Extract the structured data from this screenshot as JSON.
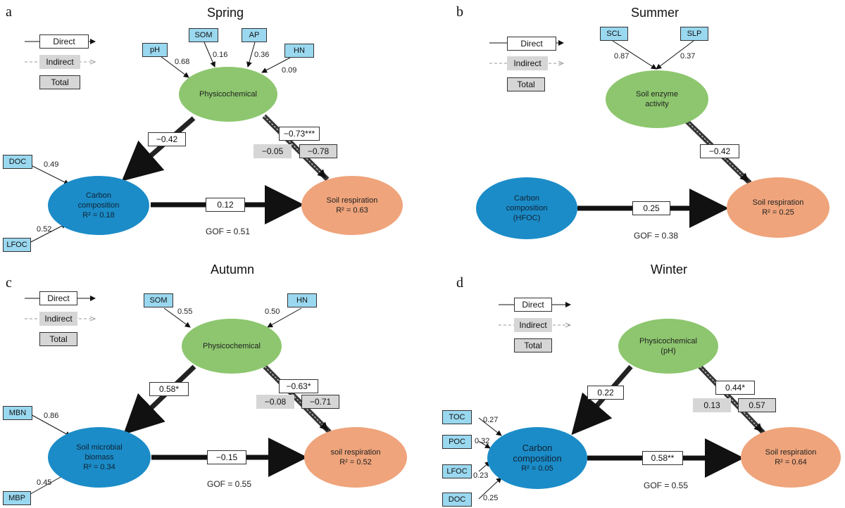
{
  "legend": {
    "direct": "Direct",
    "indirect": "Indirect",
    "total": "Total"
  },
  "panels": {
    "a": {
      "letter": "a",
      "title": "Spring",
      "indicators": [
        {
          "label": "pH",
          "coef": "0.68"
        },
        {
          "label": "SOM",
          "coef": "0.16"
        },
        {
          "label": "AP",
          "coef": "0.36"
        },
        {
          "label": "HN",
          "coef": "0.09"
        },
        {
          "label": "DOC",
          "coef": "0.49"
        },
        {
          "label": "LFOC",
          "coef": "0.52"
        }
      ],
      "nodes": {
        "top": {
          "line1": "Physicochemical",
          "line2": ""
        },
        "left": {
          "line1": "Carbon",
          "line2": "composition",
          "line3": "R² = 0.18"
        },
        "right": {
          "line1": "Soil respiration",
          "line2": "R² = 0.63"
        }
      },
      "paths": {
        "top_left": "−0.42",
        "top_right_direct": "−0.73***",
        "top_right_indirect": "−0.05",
        "top_right_total": "−0.78",
        "left_right": "0.12"
      },
      "gof": "GOF = 0.51"
    },
    "b": {
      "letter": "b",
      "title": "Summer",
      "indicators": [
        {
          "label": "SCL",
          "coef": "0.87"
        },
        {
          "label": "SLP",
          "coef": "0.37"
        }
      ],
      "nodes": {
        "top": {
          "line1": "Soil enzyme",
          "line2": "activity"
        },
        "left": {
          "line1": "Carbon",
          "line2": "composition",
          "line3": "(HFOC)"
        },
        "right": {
          "line1": "Soil respiration",
          "line2": "R² = 0.25"
        }
      },
      "paths": {
        "top_right": "−0.42",
        "left_right": "0.25"
      },
      "gof": "GOF = 0.38"
    },
    "c": {
      "letter": "c",
      "title": "Autumn",
      "indicators": [
        {
          "label": "SOM",
          "coef": "0.55"
        },
        {
          "label": "HN",
          "coef": "0.50"
        },
        {
          "label": "MBN",
          "coef": "0.86"
        },
        {
          "label": "MBP",
          "coef": "0.45"
        }
      ],
      "nodes": {
        "top": {
          "line1": "Physicochemical",
          "line2": ""
        },
        "left": {
          "line1": "Soil microbial",
          "line2": "biomass",
          "line3": "R² = 0.34"
        },
        "right": {
          "line1": "soil respiration",
          "line2": "R² = 0.52"
        }
      },
      "paths": {
        "top_left": "0.58*",
        "top_right_direct": "−0.63*",
        "top_right_indirect": "−0.08",
        "top_right_total": "−0.71",
        "left_right": "−0.15"
      },
      "gof": "GOF = 0.55"
    },
    "d": {
      "letter": "d",
      "title": "Winter",
      "indicators": [
        {
          "label": "TOC",
          "coef": "0.27"
        },
        {
          "label": "POC",
          "coef": "0.32"
        },
        {
          "label": "LFOC",
          "coef": "0.23"
        },
        {
          "label": "DOC",
          "coef": "0.25"
        }
      ],
      "nodes": {
        "top": {
          "line1": "Physicochemical",
          "line2": "(pH)"
        },
        "left": {
          "line1": "Carbon",
          "line2": "composition",
          "line3": "R² = 0.05"
        },
        "right": {
          "line1": "Soil respiration",
          "line2": "R² = 0.64"
        }
      },
      "paths": {
        "top_left": "0.22",
        "top_right_direct": "0.44*",
        "top_right_indirect": "0.13",
        "top_right_total": "0.57",
        "left_right": "0.58**"
      },
      "gof": "GOF = 0.55"
    }
  }
}
